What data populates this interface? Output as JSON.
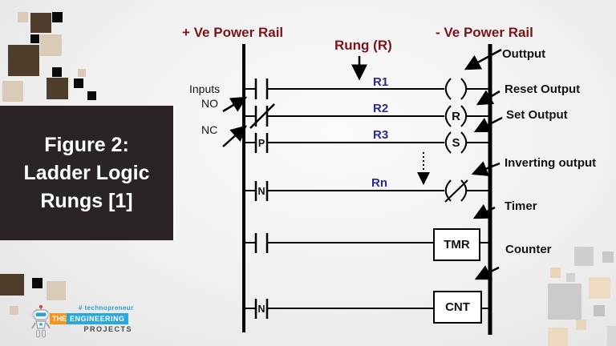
{
  "figure_panel": {
    "line1": "Figure 2:",
    "line2": "Ladder Logic",
    "line3": "Rungs [1]"
  },
  "diagram": {
    "positive_rail_label": "+ Ve Power Rail",
    "negative_rail_label": "- Ve Power Rail",
    "rung_pointer_label": "Rung (R)",
    "inputs_label": "Inputs",
    "no_label": "NO",
    "nc_label": "NC",
    "rung_labels": [
      "R1",
      "R2",
      "R3",
      "Rn"
    ],
    "contact_letters": {
      "positive_edge": "P",
      "negative_edge": "N",
      "counter_input": "N"
    },
    "coil_letters": {
      "reset": "R",
      "set": "S"
    },
    "output_labels": {
      "output": "Outtput",
      "reset": "Reset Output",
      "set": "Set Output",
      "inverting": "Inverting output",
      "timer": "Timer",
      "counter": "Counter"
    },
    "timer_box": "TMR",
    "counter_box": "CNT"
  },
  "logo": {
    "tagline": "# technopreneur",
    "word_the": "THE",
    "word_engineering": "ENGINEERING",
    "word_projects": "PROJECTS"
  },
  "colors": {
    "maroon_text": "#7b1318",
    "navy_text": "#2b2b8a",
    "panel_bg": "#2a2522",
    "dark_brown_square": "#4f3d2c",
    "tan_square": "#d9cbb8",
    "black_square": "#0a0a0a",
    "logo_orange": "#f7941d",
    "logo_blue": "#29a8e0"
  }
}
